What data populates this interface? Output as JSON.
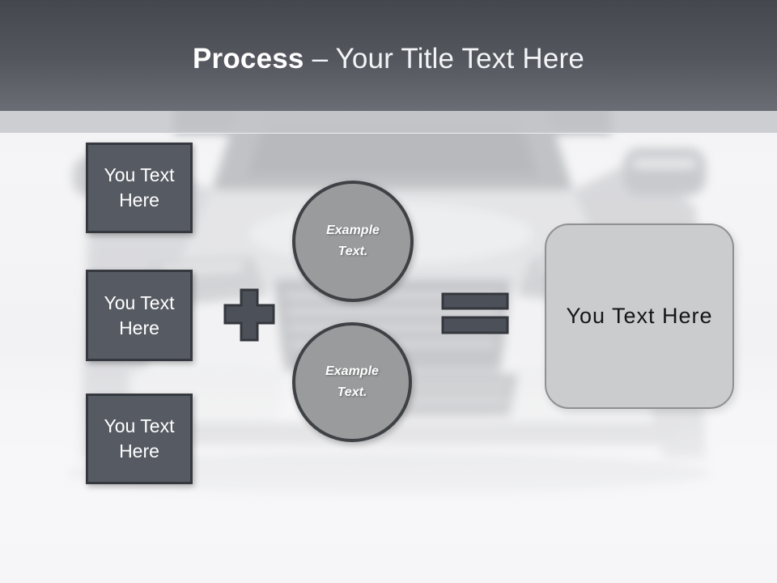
{
  "title": {
    "emphasis": "Process",
    "rest": "– Your Title Text Here"
  },
  "left_boxes": [
    {
      "label": "You Text Here"
    },
    {
      "label": "You Text Here"
    },
    {
      "label": "You Text Here"
    }
  ],
  "circles": [
    {
      "label": "Example Text."
    },
    {
      "label": "Example Text."
    }
  ],
  "operators": {
    "plus_icon": "plus",
    "equals_icon": "equals"
  },
  "result_box": {
    "label": "You Text Here"
  },
  "background": {
    "image_subject": "faded front view of a car"
  },
  "colors": {
    "header_top": "#45474e",
    "header_bottom": "#6b6d76",
    "band": "#c5c6c9",
    "side_box_fill": "#565a62",
    "side_box_border": "#35383f",
    "circle_fill": "#9a9b9c",
    "circle_border": "#3e4145",
    "operator_fill": "#4c5059",
    "operator_border": "#34373d",
    "result_fill": "#cbcccd",
    "result_border": "#8e9092",
    "title_text": "#ffffff"
  }
}
